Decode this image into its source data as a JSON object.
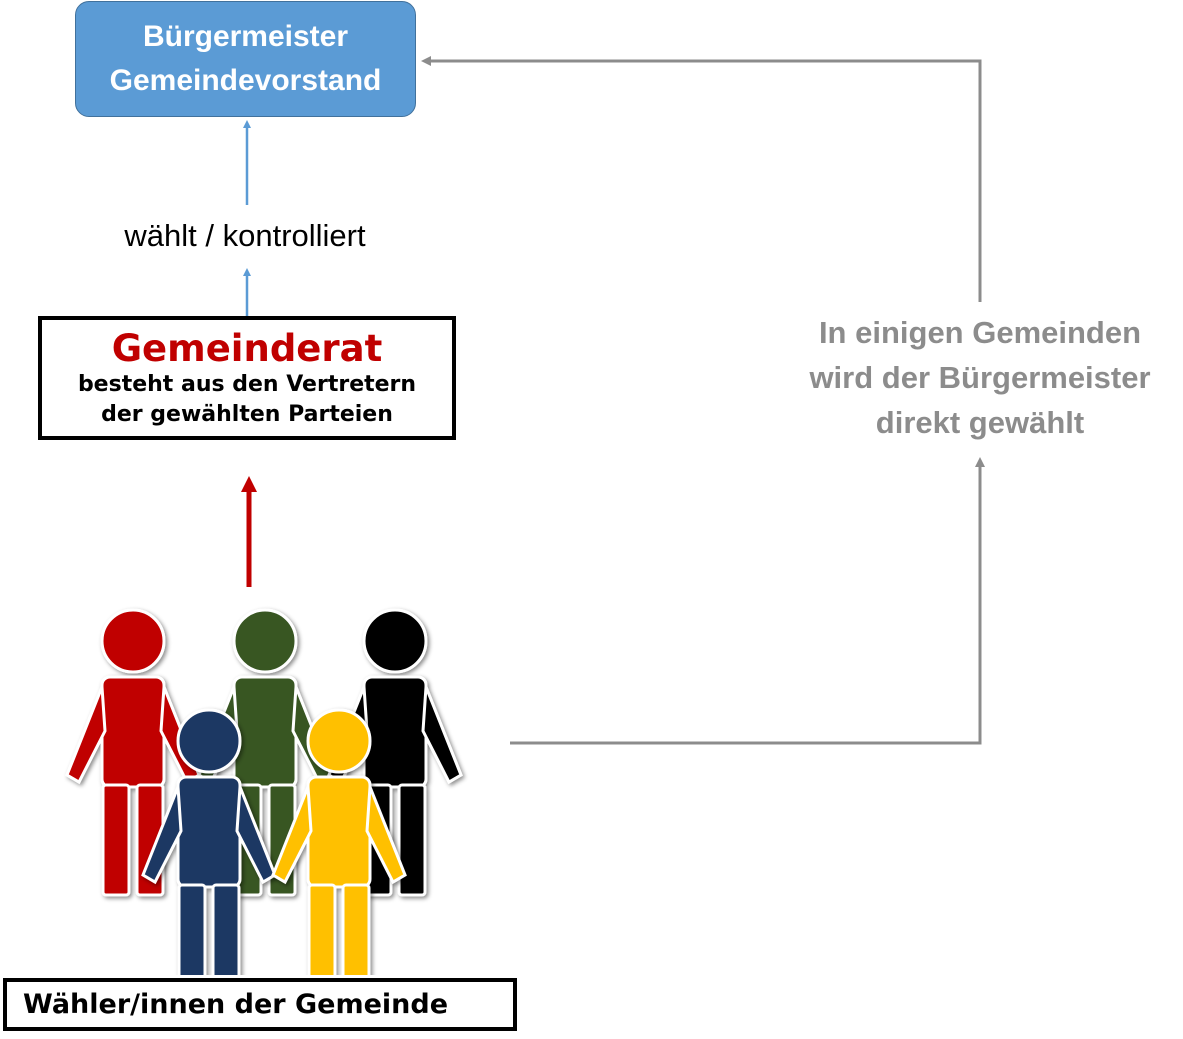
{
  "mayor": {
    "line1": "Bürgermeister",
    "line2": "Gemeindevorstand",
    "color": "#5b9bd5"
  },
  "relation_label": "wählt / kontrolliert",
  "council": {
    "title": "Gemeinderat",
    "desc_line1": "besteht aus den Vertretern",
    "desc_line2": "der gewählten Parteien",
    "title_color": "#c00000"
  },
  "direct_election_note": {
    "line1": "In einigen Gemeinden",
    "line2": "wird der Bürgermeister",
    "line3": "direkt gewählt",
    "color": "#8c8c8c"
  },
  "voters": {
    "label": "Wähler/innen der Gemeinde",
    "figures": [
      {
        "name": "red-person-icon",
        "color": "#c00000"
      },
      {
        "name": "green-person-icon",
        "color": "#375623"
      },
      {
        "name": "black-person-icon",
        "color": "#000000"
      },
      {
        "name": "blue-person-icon",
        "color": "#1f3864"
      },
      {
        "name": "yellow-person-icon",
        "color": "#ffc000"
      }
    ]
  },
  "arrow_colors": {
    "blue": "#5b9bd5",
    "red": "#c00000",
    "gray": "#8c8c8c"
  }
}
